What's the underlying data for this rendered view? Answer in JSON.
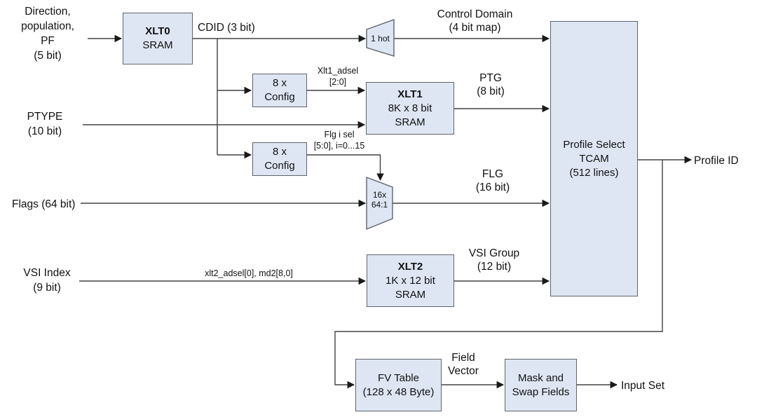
{
  "inputs": {
    "dir_pop_pf": {
      "line1": "Direction,",
      "line2": "population,",
      "line3": "PF",
      "line4": "(5 bit)"
    },
    "ptype": {
      "line1": "PTYPE",
      "line2": "(10 bit)"
    },
    "flags": {
      "line1": "Flags (64 bit)"
    },
    "vsi_index": {
      "line1": "VSI Index",
      "line2": "(9 bit)"
    }
  },
  "blocks": {
    "xlt0": {
      "title": "XLT0",
      "sub1": "SRAM"
    },
    "config1": {
      "line1": "8 x",
      "line2": "Config"
    },
    "config2": {
      "line1": "8 x",
      "line2": "Config"
    },
    "xlt1": {
      "title": "XLT1",
      "sub1": "8K x 8 bit",
      "sub2": "SRAM"
    },
    "xlt2": {
      "title": "XLT2",
      "sub1": "1K x 12 bit",
      "sub2": "SRAM"
    },
    "tcam": {
      "line1": "Profile Select",
      "line2": "TCAM",
      "line3": "(512 lines)"
    },
    "fv_table": {
      "line1": "FV Table",
      "line2": "(128 x 48 Byte)"
    },
    "mask_swap": {
      "line1": "Mask and",
      "line2": "Swap Fields"
    }
  },
  "muxes": {
    "one_hot": {
      "label": "1 hot"
    },
    "mux64": {
      "line1": "16x",
      "line2": "64:1"
    }
  },
  "wire_labels": {
    "cdid": "CDID (3 bit)",
    "control_domain": {
      "line1": "Control Domain",
      "line2": "(4 bit map)"
    },
    "xlt1_adsel": {
      "line1": "Xlt1_adsel",
      "line2": "[2:0]"
    },
    "ptg": {
      "line1": "PTG",
      "line2": "(8 bit)"
    },
    "flg_i_sel": {
      "line1": "Flg i sel",
      "line2": "[5:0], i=0...15"
    },
    "flg": {
      "line1": "FLG",
      "line2": "(16 bit)"
    },
    "xlt2_adsel": "xlt2_adsel[0], md2[8,0]",
    "vsi_group": {
      "line1": "VSI Group",
      "line2": "(12 bit)"
    },
    "field_vector": {
      "line1": "Field",
      "line2": "Vector"
    }
  },
  "outputs": {
    "profile_id": "Profile ID",
    "input_set": "Input Set"
  },
  "colors": {
    "background": "#ffffff",
    "block_fill": "#dee6f3",
    "block_stroke": "#5f646b",
    "wire": "#424242",
    "text": "#111111"
  }
}
